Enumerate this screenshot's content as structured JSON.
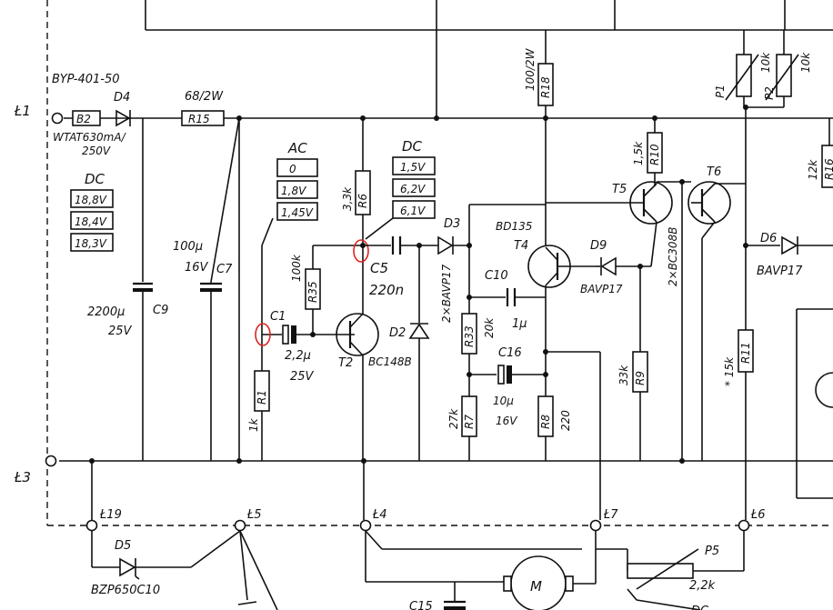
{
  "terminals": {
    "t1": "Ł1",
    "t3": "Ł3",
    "t4": "Ł4",
    "t5": "Ł5",
    "t6": "Ł6",
    "t7": "Ł7",
    "t19": "Ł19"
  },
  "fuse": {
    "type": "BYP-401-50",
    "name": "B2",
    "rating": "WTAT630mA/",
    "voltage": "250V"
  },
  "components": {
    "D4": "D4",
    "D5": "D5",
    "D5_type": "BZP650C10",
    "R15_value": "68/2W",
    "R15": "R15",
    "C7_value": "100µ",
    "C7_voltage": "16V",
    "C7": "C7",
    "C9_value": "2200µ",
    "C9_voltage": "25V",
    "C9": "C9",
    "R1": "R1",
    "R1_value": "1k",
    "C1": "C1",
    "C1_value": "2,2µ",
    "C1_voltage": "25V",
    "R35": "R35",
    "R35_value": "100k",
    "R6": "R6",
    "R6_value": "3,3k",
    "T2": "T2",
    "T2_type": "BC148B",
    "C5": "C5",
    "C5_value": "220n",
    "D2": "D2",
    "D3": "D3",
    "D3_type": "2×BAVP17",
    "R33": "R33",
    "R33_value": "20k",
    "C10": "C10",
    "C10_value": "1µ",
    "C16": "C16",
    "C16_value": "10µ",
    "C16_voltage": "16V",
    "R7": "R7",
    "R7_value": "27k",
    "R8": "R8",
    "R8_value": "220",
    "T4": "T4",
    "T4_type": "BD135",
    "D9": "D9",
    "D9_type": "BAVP17",
    "R9": "R9",
    "R9_value": "33k",
    "T5": "T5",
    "T6": "T6",
    "T56_type": "2×BC308B",
    "R10": "R10",
    "R10_value": "1,5k",
    "R18": "R18",
    "R18_value": "100/2W",
    "P1": "P1",
    "P1_value": "10k",
    "P2": "P2",
    "P2_value": "10k",
    "R16": "R16",
    "R16_value": "12k",
    "D6": "D6",
    "D6_type": "BAVP17",
    "R11": "R11",
    "R11_value": "* 15k",
    "P5": "P5",
    "P5_value": "2,2k",
    "motor": "M",
    "C15": "C15",
    "DC_cut": "DC"
  },
  "dc_boxes": {
    "left": {
      "title": "DC",
      "values": [
        "18,8V",
        "18,4V",
        "18,3V"
      ]
    },
    "ac": {
      "title": "AC",
      "values": [
        "0",
        "1,8V",
        "1,45V"
      ]
    },
    "dc": {
      "title": "DC",
      "values": [
        "1,5V",
        "6,2V",
        "6,1V"
      ]
    }
  }
}
